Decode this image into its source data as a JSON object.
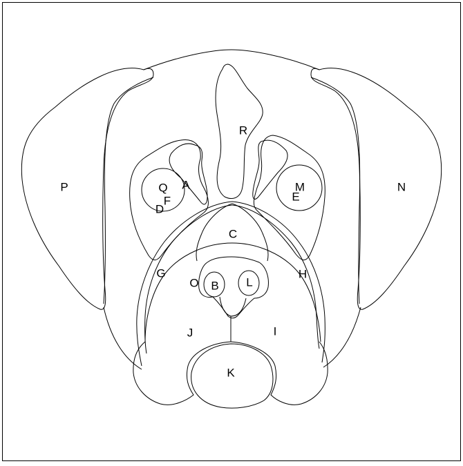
{
  "labels": {
    "A": "A",
    "B": "B",
    "C": "C",
    "D": "D",
    "E": "E",
    "F": "F",
    "G": "G",
    "H": "H",
    "I": "I",
    "J": "J",
    "K": "K",
    "L": "L",
    "M": "M",
    "N": "N",
    "O": "O",
    "P": "P",
    "Q": "Q",
    "R": "R"
  },
  "colors": {
    "stroke": "#000000",
    "background": "#ffffff"
  }
}
